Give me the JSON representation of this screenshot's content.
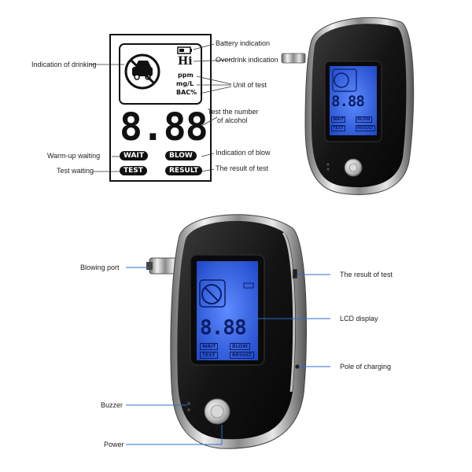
{
  "lcd_diagram": {
    "hi": "Hi",
    "units": [
      "ppm",
      "mg/L",
      "BAC%"
    ],
    "digits": "8.88",
    "wait": "WAIT",
    "blow": "BLOW",
    "test": "TEST",
    "result": "RESULT"
  },
  "callouts": {
    "battery": "Battery indication",
    "overdrink": "Overdrink indication",
    "unit": "Unit of test",
    "drinking": "Indication of drinking",
    "test_number_line1": "Test the number",
    "test_number_line2": "of alcohol",
    "warmup": "Warm-up waiting",
    "test_waiting": "Test waiting",
    "blow_indication": "Indication of blow",
    "result_of_test": "The result of test"
  },
  "device_callouts": {
    "blowing_port": "Blowing port",
    "result_of_test": "The result of test",
    "lcd_display": "LCD display",
    "pole_of_charging": "Pole of charging",
    "buzzer": "Buzzer",
    "power": "Power"
  },
  "small_screen": {
    "digits": "8.88",
    "wait": "WAIT",
    "blow": "BLOW",
    "test": "TEST",
    "result": "RESULT"
  },
  "colors": {
    "lcd_blue": "#2f5fe0",
    "device_black": "#161616",
    "chrome": "#c8c8c8"
  }
}
